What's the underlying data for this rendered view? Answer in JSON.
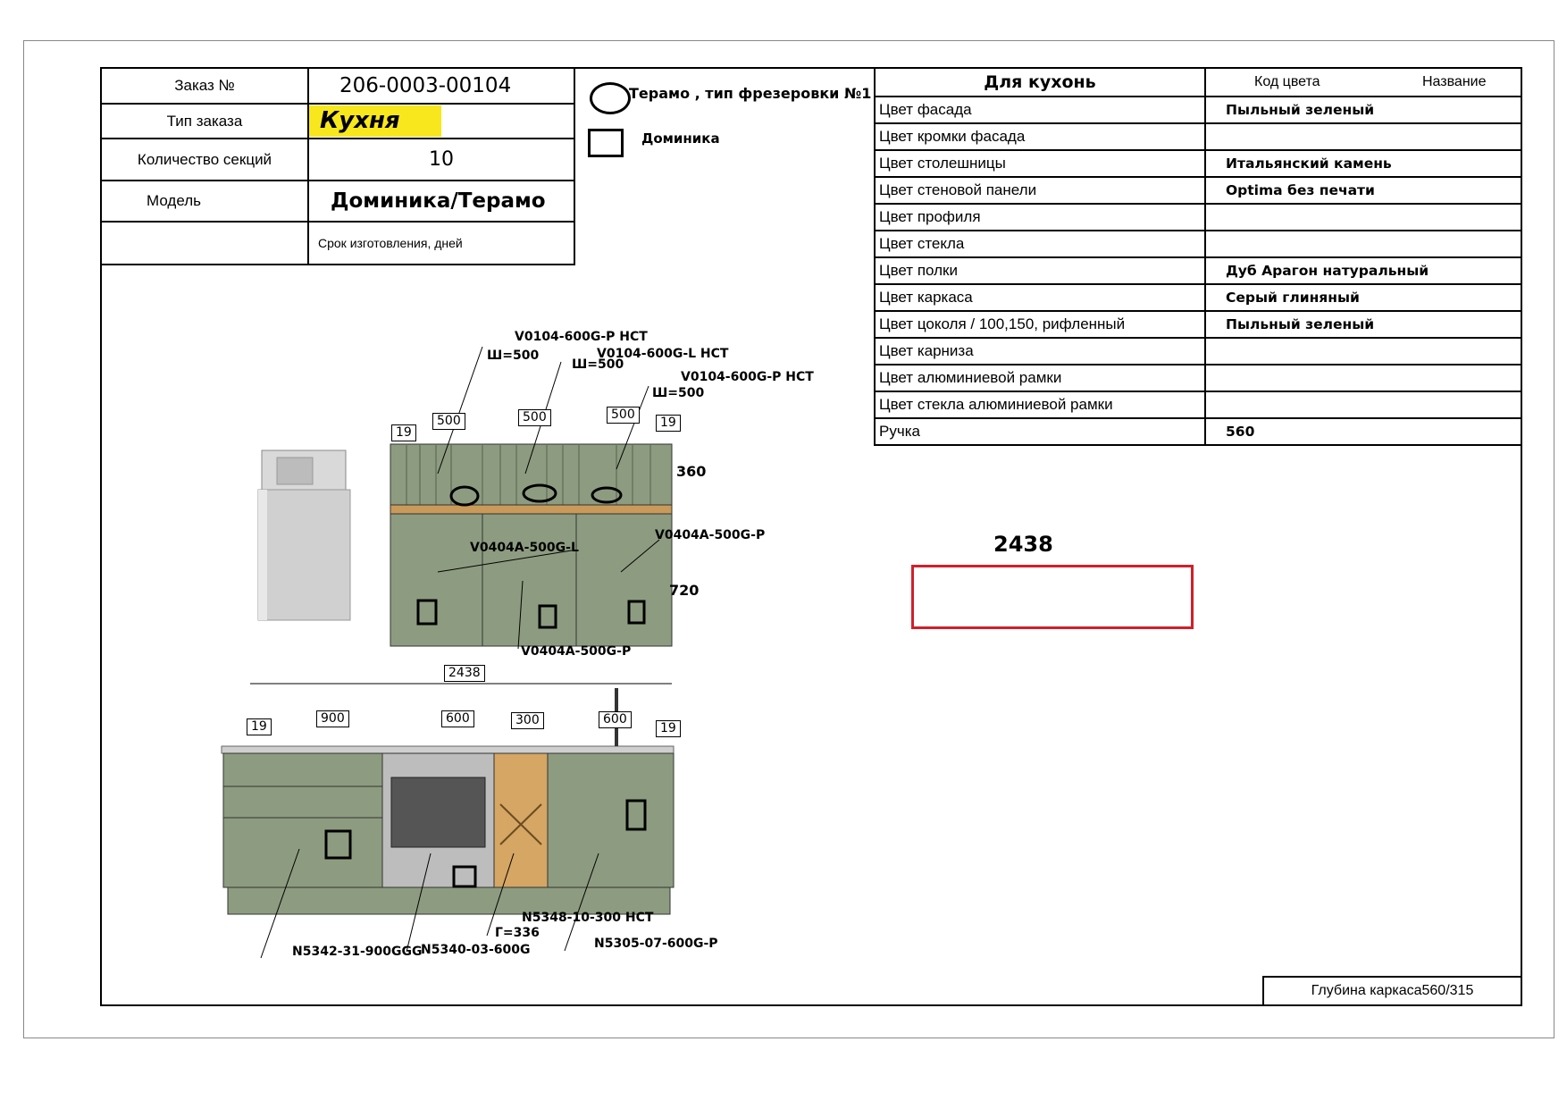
{
  "order_table": {
    "order_label": "Заказ №",
    "order_number": "206-0003-00104",
    "type_label": "Тип заказа",
    "type_value": "Кухня",
    "sections_label": "Количество секций",
    "sections_value": "10",
    "model_label": "Модель",
    "model_value": "Доминика/Терамо",
    "term_label": "Срок изготовления, дней",
    "term_value": ""
  },
  "legend": {
    "oval_label": "Терамо , тип фрезеровки №1",
    "square_label": "Доминика"
  },
  "colors_table": {
    "header": "Для кухонь",
    "code_header": "Код цвета",
    "name_header": "Название",
    "rows": [
      {
        "label": "Цвет фасада",
        "value": "Пыльный зеленый"
      },
      {
        "label": "Цвет кромки фасада",
        "value": ""
      },
      {
        "label": "Цвет столешницы",
        "value": "Итальянский камень"
      },
      {
        "label": "Цвет стеновой панели",
        "value": "Optima без печати"
      },
      {
        "label": "Цвет профиля",
        "value": ""
      },
      {
        "label": "Цвет стекла",
        "value": ""
      },
      {
        "label": "Цвет полки",
        "value": "Дуб Арагон натуральный"
      },
      {
        "label": "Цвет каркаса",
        "value": "Серый глиняный"
      },
      {
        "label": "Цвет цоколя / 100,150, рифленный",
        "value": "Пыльный зеленый"
      },
      {
        "label": "Цвет карниза",
        "value": ""
      },
      {
        "label": "Цвет алюминиевой рамки",
        "value": ""
      },
      {
        "label": "Цвет стекла алюминиевой рамки",
        "value": ""
      },
      {
        "label": "Ручка",
        "value": "560"
      }
    ]
  },
  "countertop": {
    "length": "2438"
  },
  "depth": {
    "label": "Глубина каркаса560/315"
  },
  "drawing": {
    "upper_modules": [
      "V0104-600G-P НСТ",
      "V0104-600G-L НСТ",
      "V0104-600G-P НСТ"
    ],
    "upper_widths": [
      "Ш=500",
      "Ш=500",
      "Ш=500"
    ],
    "wall_modules": [
      "V0404A-500G-L",
      "V0404A-500G-P",
      "V0404A-500G-P"
    ],
    "base_modules": [
      "N5342-31-900GGG",
      "N5340-03-600G",
      "N5348-10-300 НСТ",
      "Г=336",
      "N5305-07-600G-P"
    ],
    "dims_top": [
      "19",
      "500",
      "500",
      "500",
      "19"
    ],
    "height_upper": "360",
    "height_wall": "720",
    "dims_bottom": [
      "2438",
      "19",
      "900",
      "600",
      "300",
      "600",
      "19"
    ]
  }
}
